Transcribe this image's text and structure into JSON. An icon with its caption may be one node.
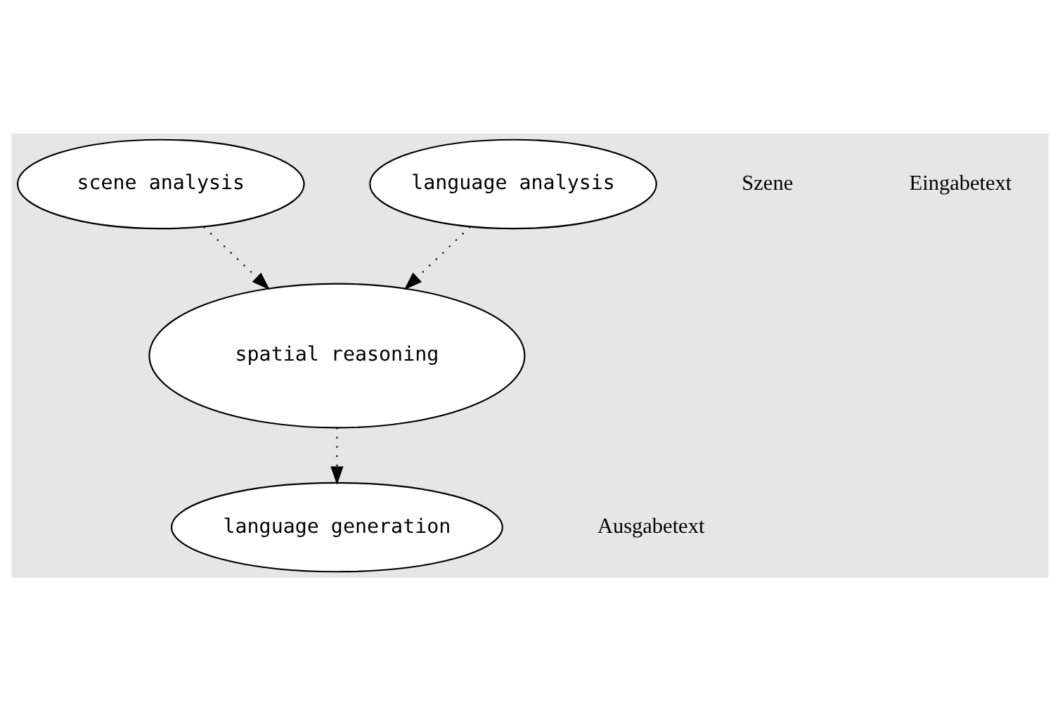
{
  "diagram": {
    "nodes": [
      {
        "text": [
          "scene analysis"
        ]
      },
      {
        "text": [
          "language analysis"
        ]
      },
      {
        "text": [
          "spatial reasoning"
        ]
      },
      {
        "text": [
          "language generation"
        ]
      }
    ],
    "edges": [
      {
        "from": 0,
        "to": 2,
        "arrow": "to",
        "style": "dashed"
      },
      {
        "from": 1,
        "to": 2,
        "arrow": "to",
        "style": "dashed"
      },
      {
        "from": 2,
        "to": 3,
        "arrow": "to",
        "style": "dashed"
      }
    ],
    "labels": [
      "Szene",
      "Eingabetext",
      "Ausgabetext"
    ]
  }
}
